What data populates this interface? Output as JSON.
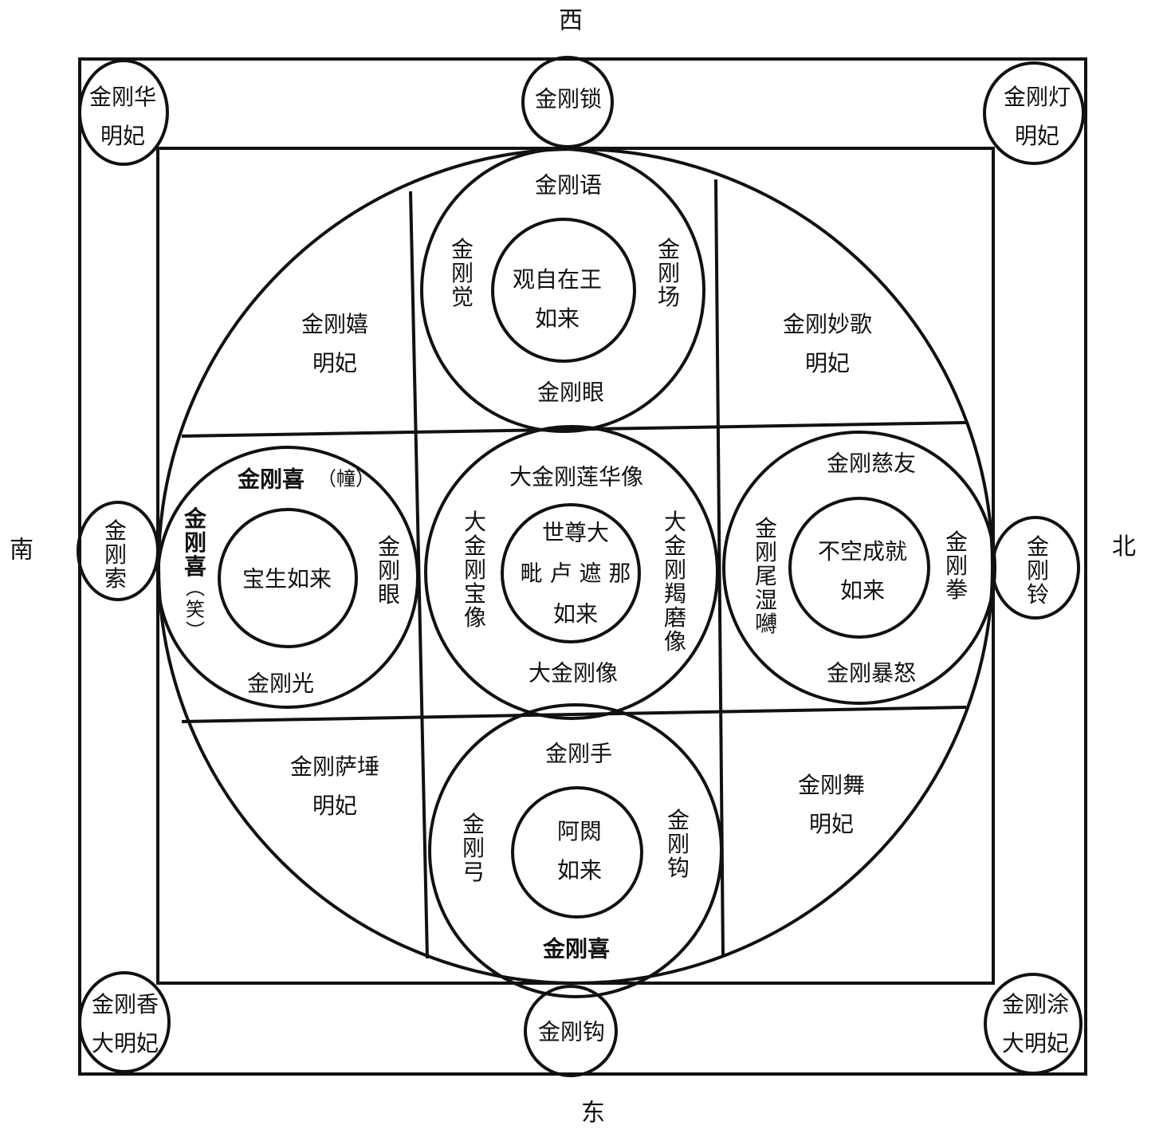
{
  "directions": {
    "west": "西",
    "east": "东",
    "south": "南",
    "north": "北"
  },
  "outer_corners": {
    "top_left": "金刚华\n明妃",
    "top_right": "金刚灯\n明妃",
    "bottom_left": "金刚香\n大明妃",
    "bottom_right": "金刚涂\n大明妃"
  },
  "outer_mids": {
    "top": "金刚锁",
    "bottom": "金刚钩",
    "left": "金\n刚\n索",
    "right": "金\n刚\n铃"
  },
  "quadrants": {
    "top_left": "金刚嬉\n明妃",
    "top_right": "金刚妙歌\n明妃",
    "bottom_left": "金刚萨埵\n明妃",
    "bottom_right": "金刚舞\n明妃"
  },
  "west_circle": {
    "center": "观自在王\n如来",
    "top": "金刚语",
    "bottom": "金刚眼",
    "left": "金\n刚\n觉",
    "right": "金\n刚\n场"
  },
  "south_circle": {
    "center": "宝生如来",
    "top_bold": "金刚喜",
    "top_note": "（幢）",
    "bottom": "金刚光",
    "left_bold": "金\n刚\n喜",
    "left_note": "︵\n笑\n︶",
    "right": "金\n刚\n眼"
  },
  "center_circle": {
    "center": "世尊大\n毗 卢 遮 那\n如来",
    "top": "大金刚莲华像",
    "bottom": "大金刚像",
    "left": "大\n金\n刚\n宝\n像",
    "right": "大\n金\n刚\n羯\n磨\n像"
  },
  "north_circle": {
    "center": "不空成就\n如来",
    "top": "金刚慈友",
    "bottom": "金刚暴怒",
    "left": "金\n刚\n尾\n湿\n嚩",
    "right": "金\n刚\n拳"
  },
  "east_circle": {
    "center": "阿閦\n如来",
    "top": "金刚手",
    "bottom_bold": "金刚喜",
    "left": "金\n刚\n弓",
    "right": "金\n刚\n钩"
  }
}
